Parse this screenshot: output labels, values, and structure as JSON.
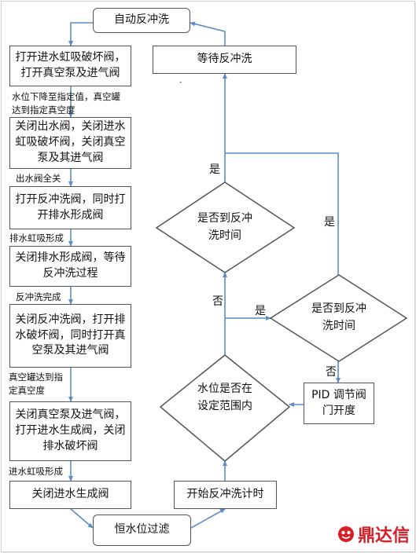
{
  "nodes": {
    "start": "自动反冲洗",
    "left1": [
      "打开进水虹吸破坏阀，",
      "打开真空泵及进气阀"
    ],
    "left2": [
      "关闭出水阀，关闭进水",
      "虹吸破坏阀，关闭真空",
      "泵及其进气阀"
    ],
    "left3": [
      "打开反冲洗阀，同时打",
      "开排水形成阀"
    ],
    "left4": [
      "关闭排水形成阀，等待",
      "反冲洗过程"
    ],
    "left5": [
      "关闭反冲洗阀，打开排",
      "水破坏阀，同时打开真",
      "空泵及其进气阀"
    ],
    "left6": [
      "关闭真空泵及进气阀，",
      "打开进水生成阀，关闭",
      "排水破坏阀"
    ],
    "left7": "关闭进水生成阀",
    "filter": "恒水位过滤",
    "start_timer": "开始反冲洗计时",
    "level_check": [
      "水位是否在",
      "设定范围内"
    ],
    "pid": [
      "PID 调节阀",
      "门开度"
    ],
    "time_check_right": [
      "是否到反冲",
      "洗时间"
    ],
    "time_check_top": [
      "是否到反冲",
      "洗时间"
    ],
    "wait": "等待反冲洗"
  },
  "edge_labels": {
    "e1": [
      "水位下降至指定值，真空罐",
      "达到指定真空度"
    ],
    "e2": "出水阀全关",
    "e3": "排水虹吸形成",
    "e4": "反冲洗完成",
    "e5": [
      "真空罐达到指",
      "定真空度"
    ],
    "e6": "进水虹吸形成"
  },
  "decisions": {
    "yes": "是",
    "no": "否"
  },
  "logo": {
    "text": "鼎达信",
    "color": "#d4202a"
  },
  "colors": {
    "arrow": "#5b8dc4",
    "border": "#555555"
  }
}
